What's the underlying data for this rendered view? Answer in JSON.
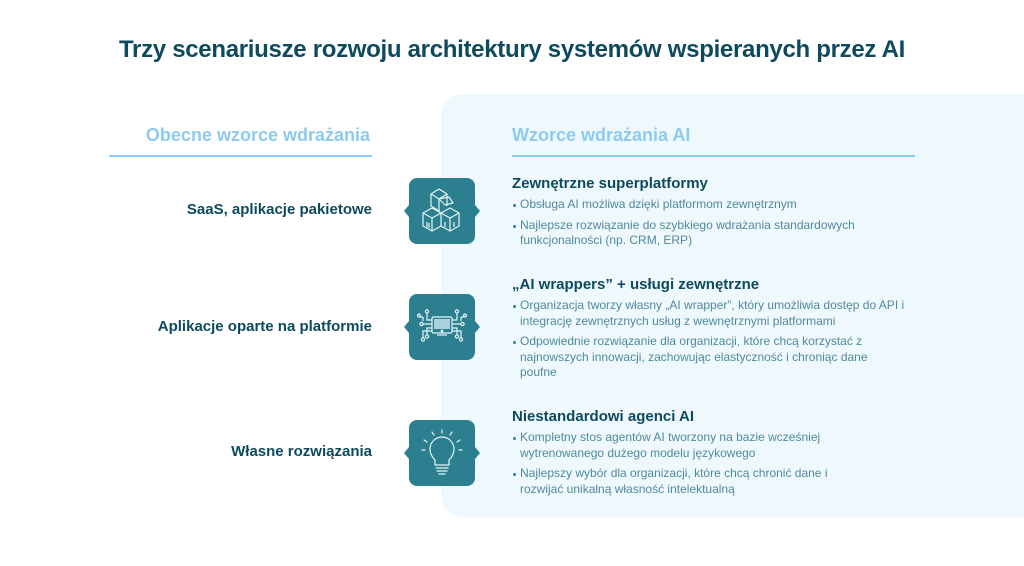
{
  "title": "Trzy scenariusze rozwoju architektury systemów wspieranych przez AI",
  "columns": {
    "left_header": "Obecne wzorce wdrażania",
    "right_header": "Wzorce wdrażania AI"
  },
  "colors": {
    "title": "#0e4a5e",
    "header_accent": "#8ccbef",
    "icon_bg": "#2c7f8f",
    "panel_bg": "#eff8fd",
    "body_text": "#4f8a99"
  },
  "rows": [
    {
      "label": "SaaS, aplikacje pakietowe",
      "icon": "boxes-icon",
      "heading": "Zewnętrzne superplatformy",
      "bullets": [
        "Obsługa AI możliwa dzięki platformom zewnętrznym",
        "Najlepsze rozwiązanie do szybkiego wdrażania standardowych funkcjonalności (np. CRM, ERP)"
      ]
    },
    {
      "label": "Aplikacje oparte na platformie",
      "icon": "circuit-monitor-icon",
      "heading": "„AI wrappers” + usługi zewnętrzne",
      "bullets": [
        "Organizacja tworzy własny „AI wrapper”, który umożliwia dostęp do API i integrację zewnętrznych usług z wewnętrznymi platformami",
        "Odpowiednie rozwiązanie dla organizacji, które chcą korzystać z najnowszych innowacji, zachowując elastyczność i chroniąc dane poufne"
      ]
    },
    {
      "label": "Własne rozwiązania",
      "icon": "lightbulb-icon",
      "heading": "Niestandardowi agenci AI",
      "bullets": [
        "Kompletny stos agentów AI tworzony na bazie wcześniej wytrenowanego dużego modelu językowego",
        "Najlepszy wybór dla organizacji, które chcą chronić dane i rozwijać unikalną własność intelektualną"
      ]
    }
  ]
}
